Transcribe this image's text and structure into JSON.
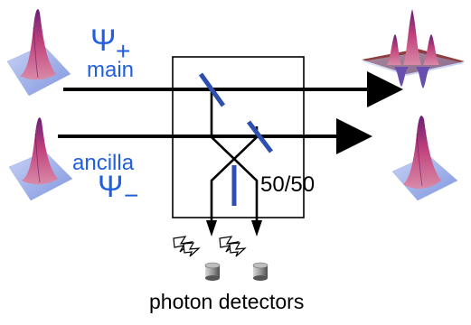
{
  "labels": {
    "psi_plus_symbol": "Ψ",
    "psi_plus_sign": "+",
    "main": "main",
    "ancilla": "ancilla",
    "psi_minus_symbol": "Ψ",
    "psi_minus_sign": "−",
    "split_ratio": "50/50",
    "detectors": "photon detectors"
  },
  "colors": {
    "label_blue": "#1f5fe0",
    "beam": "#000000",
    "splitter": "#2d4fb0",
    "pulse_peak": "#8a2fa0",
    "pulse_base": "#8fa6e8"
  },
  "icons": [
    "lightning-icon",
    "detector-icon"
  ]
}
